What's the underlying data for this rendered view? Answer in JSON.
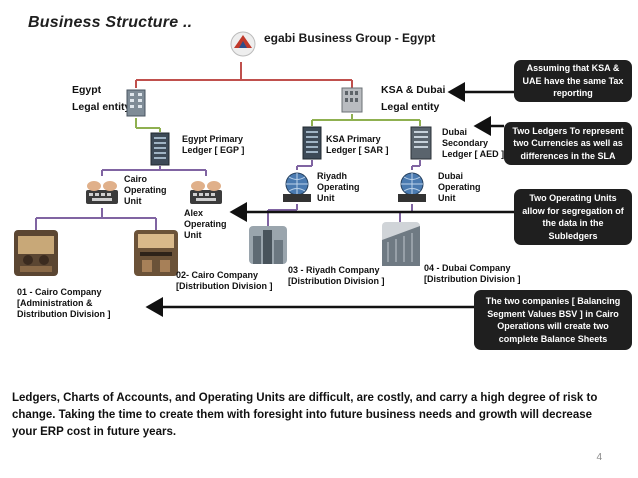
{
  "title": "Business Structure ..",
  "group": "egabi Business Group - Egypt",
  "egypt_entity": [
    "Egypt",
    "Legal entity"
  ],
  "ksa_entity": [
    "KSA & Dubai",
    "Legal entity"
  ],
  "ledgers": {
    "egypt": [
      "Egypt Primary",
      "Ledger [ EGP ]"
    ],
    "ksa": [
      "KSA Primary",
      "Ledger [ SAR ]"
    ],
    "dubai": [
      "Dubai",
      "Secondary",
      "Ledger [ AED ]"
    ]
  },
  "operating_units": {
    "cairo": [
      "Cairo",
      "Operating",
      "Unit"
    ],
    "alex": [
      "Alex",
      "Operating",
      "Unit"
    ],
    "riyadh": [
      "Riyadh",
      "Operating",
      "Unit"
    ],
    "dubai": [
      "Dubai",
      "Operating",
      "Unit"
    ]
  },
  "companies": {
    "c01": [
      "01 - Cairo Company",
      "[Administration &",
      "Distribution Division ]"
    ],
    "c02": [
      "02-  Cairo Company",
      "[Distribution Division ]"
    ],
    "c03": [
      "03 - Riyadh Company",
      "[Distribution Division ]"
    ],
    "c04": [
      "04 - Dubai Company",
      "[Distribution Division ]"
    ]
  },
  "callouts": {
    "tax": "Assuming that KSA & UAE have the same Tax reporting",
    "ledgers": "Two Ledgers To represent two Currencies as well as differences in the SLA",
    "ou": "Two Operating Units allow for segregation of the data in the Subledgers",
    "bsv": "The two companies  [ Balancing Segment Values BSV ] in Cairo Operations will create two complete Balance Sheets"
  },
  "bottom_text": "Ledgers, Charts of Accounts, and Operating Units are difficult, are costly, and carry a high degree of risk to change. Taking the time to create them with foresight into future business needs and growth will decrease your ERP cost in future years.",
  "page_number": "4",
  "colors": {
    "red_line": "#c0504d",
    "green_line": "#8fb050",
    "purple_line": "#8064a2",
    "callout_bg": "#1f1f1f"
  }
}
